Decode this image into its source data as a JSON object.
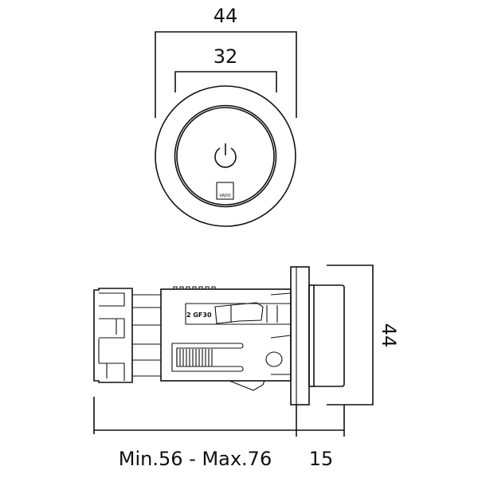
{
  "front_view": {
    "dim_outer": "44",
    "dim_inner": "32",
    "logo_text": "VADO"
  },
  "side_view": {
    "part_label": "2 GF30",
    "dim_height": "44",
    "dim_depth": "Min.56 - Max.76",
    "dim_button": "15"
  }
}
